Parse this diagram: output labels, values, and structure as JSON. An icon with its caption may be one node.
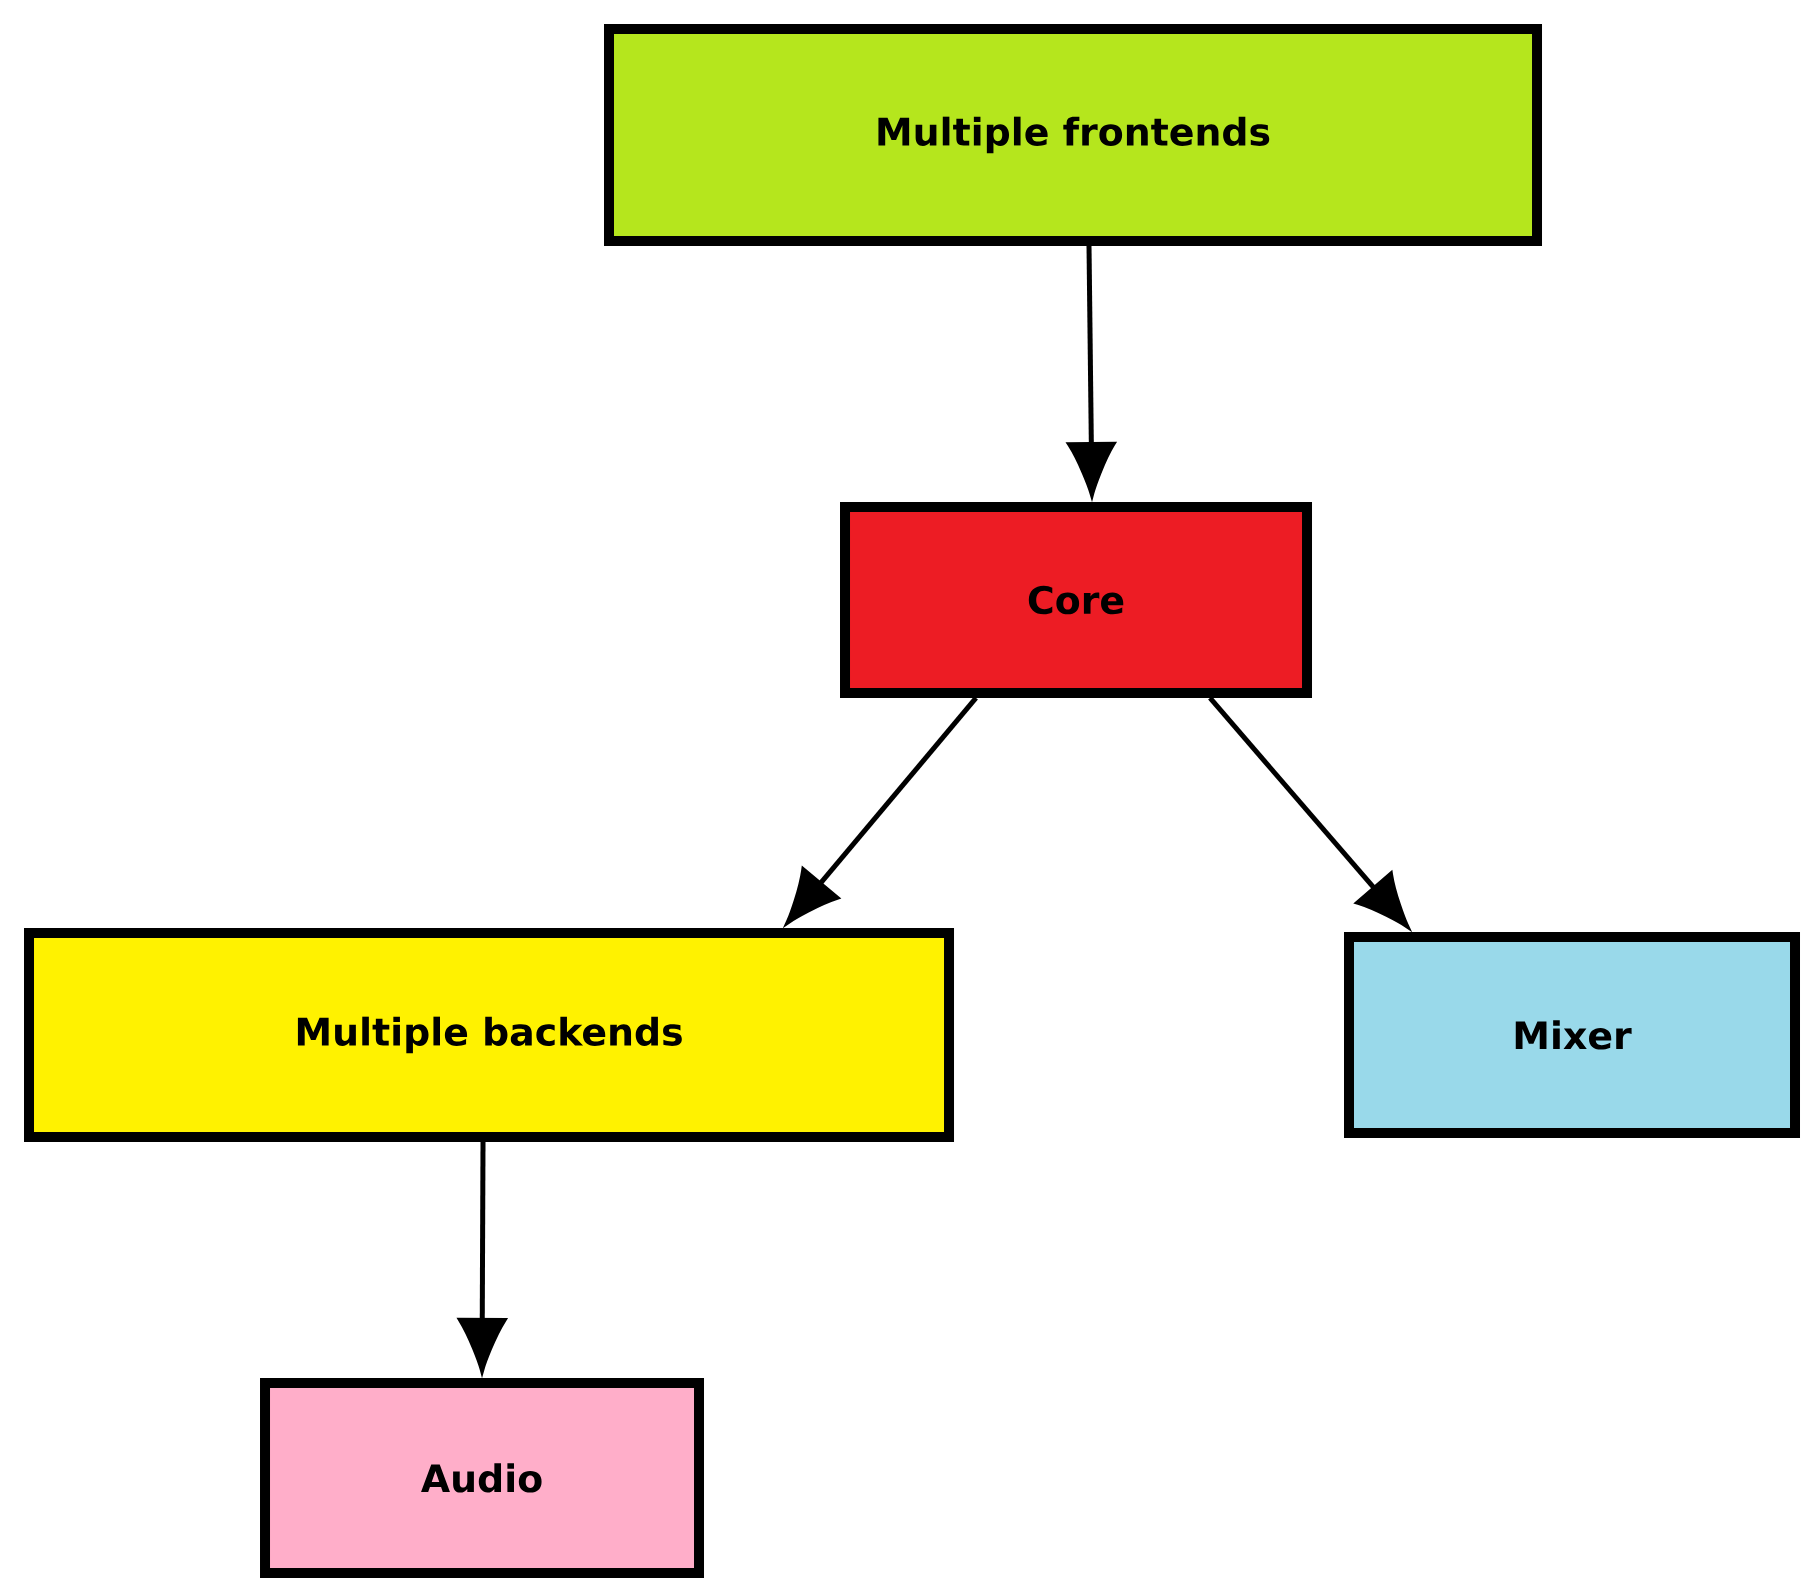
{
  "diagram": {
    "nodes": [
      {
        "text": [
          "Multiple frontends"
        ]
      },
      {
        "text": [
          "Core"
        ]
      },
      {
        "text": [
          "Multiple backends"
        ]
      },
      {
        "text": [
          "Mixer"
        ]
      },
      {
        "text": [
          "Audio"
        ]
      }
    ],
    "edges": [
      {
        "from": 0,
        "to": 1,
        "arrow": "to"
      },
      {
        "from": 1,
        "to": 2,
        "arrow": "to"
      },
      {
        "from": 1,
        "to": 3,
        "arrow": "to"
      },
      {
        "from": 2,
        "to": 4,
        "arrow": "to"
      }
    ]
  }
}
